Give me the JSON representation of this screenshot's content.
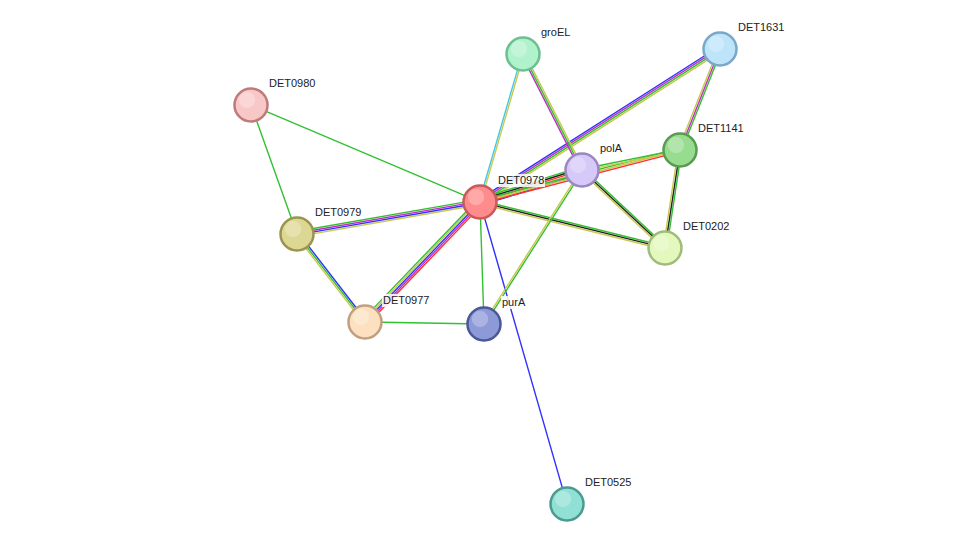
{
  "diagram": {
    "nodes": [
      {
        "text": [
          "DET0980"
        ]
      },
      {
        "text": [
          "groEL"
        ]
      },
      {
        "text": [
          "DET1631"
        ]
      },
      {
        "text": [
          "DET1141"
        ]
      },
      {
        "text": [
          "polA"
        ]
      },
      {
        "text": [
          "DET0978"
        ]
      },
      {
        "text": [
          "DET0979"
        ]
      },
      {
        "text": [
          "DET0202"
        ]
      },
      {
        "text": [
          "DET0977"
        ]
      },
      {
        "text": [
          "purA"
        ]
      },
      {
        "text": [
          "DET0525"
        ]
      }
    ],
    "edges": [
      {
        "from": 0,
        "to": 5,
        "arrow": "none"
      },
      {
        "from": 0,
        "to": 6,
        "arrow": "none"
      },
      {
        "from": 5,
        "to": 1,
        "arrow": "none"
      },
      {
        "from": 5,
        "to": 2,
        "arrow": "none"
      },
      {
        "from": 5,
        "to": 4,
        "arrow": "none"
      },
      {
        "from": 5,
        "to": 3,
        "arrow": "none"
      },
      {
        "from": 5,
        "to": 7,
        "arrow": "none"
      },
      {
        "from": 5,
        "to": 6,
        "arrow": "none"
      },
      {
        "from": 5,
        "to": 8,
        "arrow": "none"
      },
      {
        "from": 5,
        "to": 9,
        "arrow": "none"
      },
      {
        "from": 5,
        "to": 10,
        "arrow": "none"
      },
      {
        "from": 4,
        "to": 1,
        "arrow": "none"
      },
      {
        "from": 4,
        "to": 3,
        "arrow": "none"
      },
      {
        "from": 4,
        "to": 7,
        "arrow": "none"
      },
      {
        "from": 4,
        "to": 9,
        "arrow": "none"
      },
      {
        "from": 2,
        "to": 3,
        "arrow": "none"
      },
      {
        "from": 3,
        "to": 7,
        "arrow": "none"
      },
      {
        "from": 6,
        "to": 8,
        "arrow": "none"
      },
      {
        "from": 8,
        "to": 9,
        "arrow": "none"
      }
    ]
  }
}
